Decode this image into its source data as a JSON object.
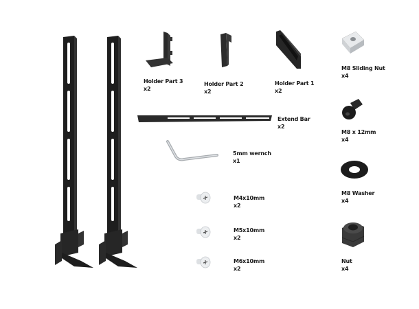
{
  "parts": {
    "holder_part_3": {
      "name": "Holder Part 3",
      "qty": "x2"
    },
    "holder_part_2": {
      "name": "Holder Part 2",
      "qty": "x2"
    },
    "holder_part_1": {
      "name": "Holder Part 1",
      "qty": "x2"
    },
    "m8_sliding_nut": {
      "name": "M8 Sliding Nut",
      "qty": "x4"
    },
    "extend_bar": {
      "name": "Extend Bar",
      "qty": "x2"
    },
    "m8x12mm": {
      "name": "M8 x 12mm",
      "qty": "x4"
    },
    "wrench": {
      "name": "5mm wernch",
      "qty": "x1"
    },
    "m8_washer": {
      "name": "M8 Washer",
      "qty": "x4"
    },
    "m4x10mm": {
      "name": "M4x10mm",
      "qty": "x2"
    },
    "m5x10mm": {
      "name": "M5x10mm",
      "qty": "x2"
    },
    "m6x10mm": {
      "name": "M6x10mm",
      "qty": "x2"
    },
    "nut": {
      "name": "Nut",
      "qty": "x4"
    }
  },
  "colors": {
    "metal_dark": "#1e1e1e",
    "metal_silver": "#c8ccd0",
    "background": "#ffffff"
  }
}
